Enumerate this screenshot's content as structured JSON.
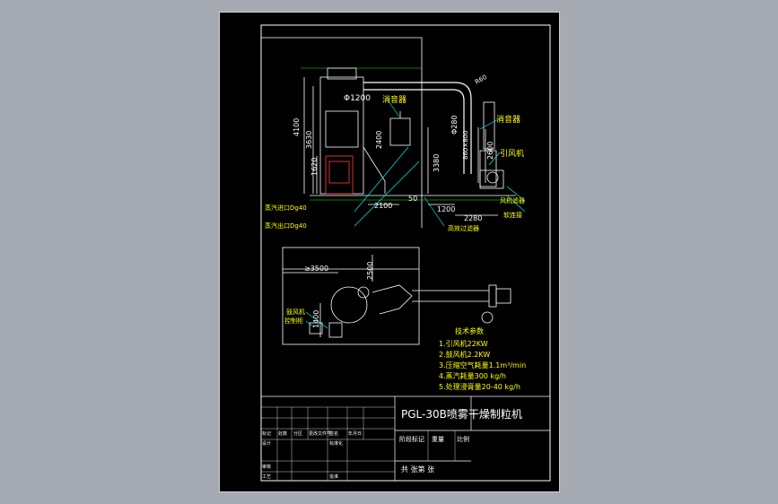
{
  "labels": {
    "silencer_top": "消音器",
    "silencer_right": "消音器",
    "induced_fan": "引风机",
    "fan_filter": "风机滤器",
    "flex_joint": "软连接",
    "steam_in": "蒸汽进口Dg40",
    "steam_out": "蒸汽出口Dg40",
    "hepa": "高效过滤器",
    "blower": "鼓风机",
    "control_cabinet": "控制柜"
  },
  "dims": {
    "d1200": "Φ1200",
    "h4100": "4100",
    "h3630": "3630",
    "h1620": "1620",
    "h2400": "2400",
    "h3380": "3380",
    "d280": "Φ280",
    "d860": "860×800",
    "h2600": "2600",
    "r": "R60",
    "w2100": "2100",
    "w50": "50",
    "w1200": "1200",
    "w2280": "2280",
    "p3500": "≥3500",
    "p2500": "2500",
    "p1400": "1400"
  },
  "tech": {
    "title": "技术参数",
    "items": [
      "1.引风机22KW",
      "2.鼓风机2.2KW",
      "3.压缩空气耗量1.1m³/min",
      "4.蒸汽耗量300 kg/h",
      "5.处理浸膏量20-40 kg/h"
    ]
  },
  "title_block": {
    "name": "PGL-30B喷雾干燥制粒机",
    "rows": [
      "标记",
      "处数",
      "分区",
      "更改文件号",
      "签名",
      "年月日"
    ],
    "design": "设计",
    "std": "标准化",
    "check": "审核",
    "process": "工艺",
    "approve": "批准",
    "stage": "阶段标记",
    "weight": "重量",
    "scale": "比例",
    "sheet": "共  张第  张"
  }
}
